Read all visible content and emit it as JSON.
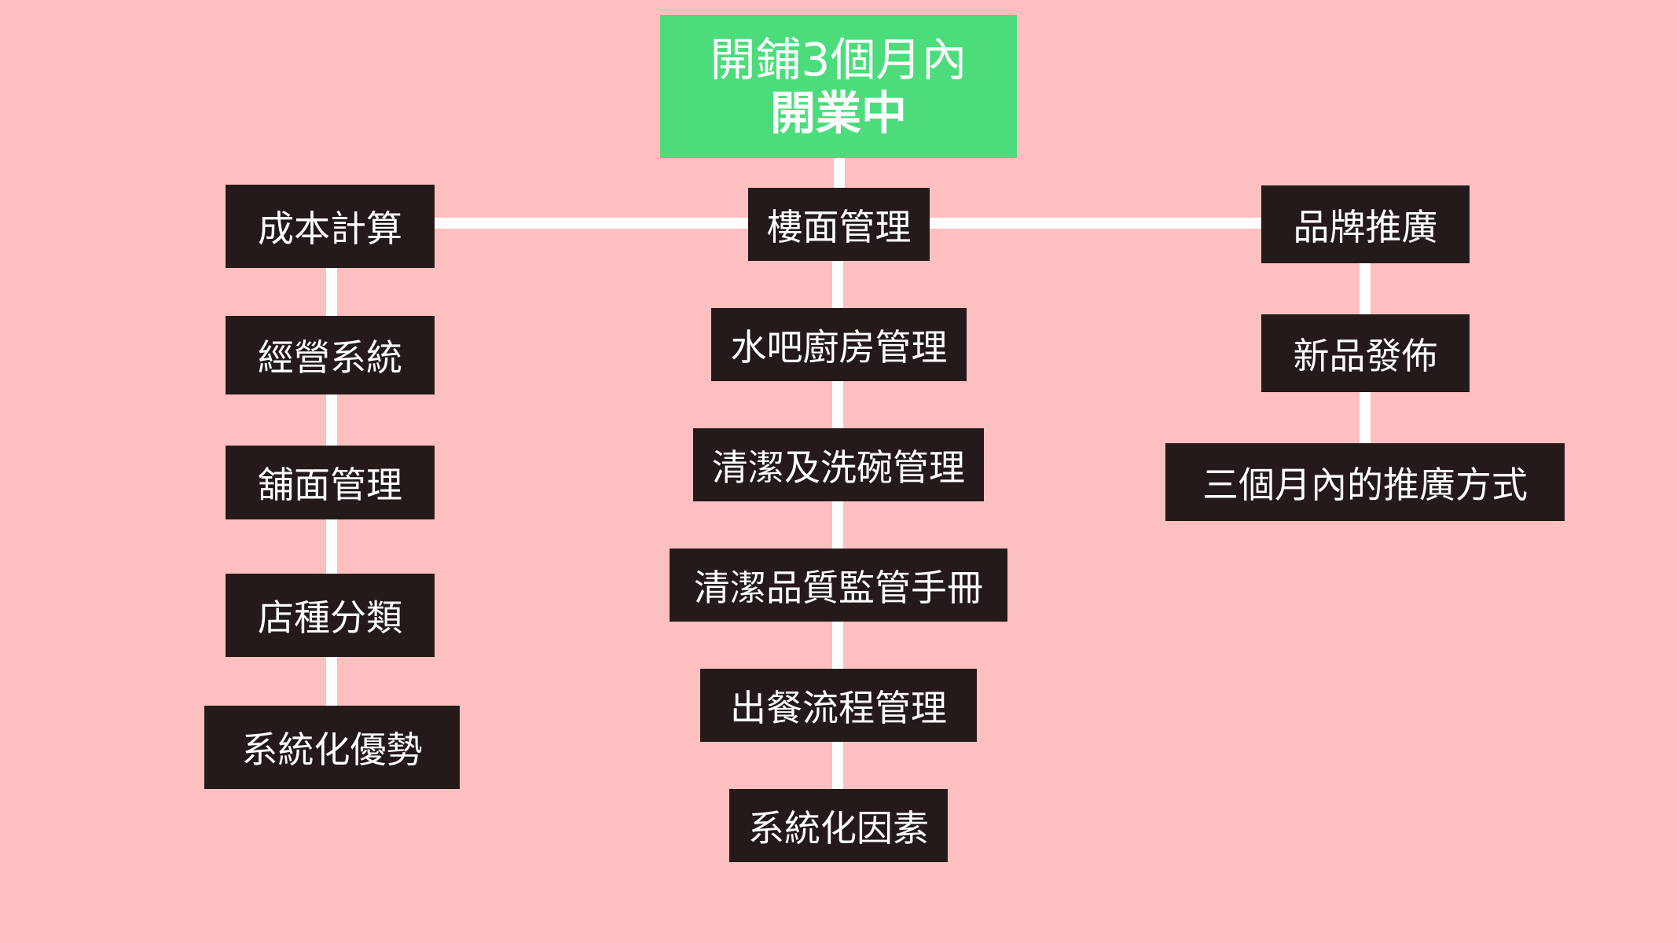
{
  "colors": {
    "background": "#fdbfbf",
    "root_box": "#4cdc7c",
    "node_box": "#231a19",
    "connector": "#ffffff",
    "text": "#ffffff"
  },
  "root": {
    "line1": "開鋪3個月內",
    "line2": "開業中"
  },
  "branches": [
    {
      "label": "成本計算",
      "children": [
        "經營系統",
        "舖面管理",
        "店種分類",
        "系統化優勢"
      ]
    },
    {
      "label": "樓面管理",
      "children": [
        "水吧廚房管理",
        "清潔及洗碗管理",
        "清潔品質監管手冊",
        "出餐流程管理",
        "系統化因素"
      ]
    },
    {
      "label": "品牌推廣",
      "children": [
        "新品發佈",
        "三個月內的推廣方式"
      ]
    }
  ]
}
